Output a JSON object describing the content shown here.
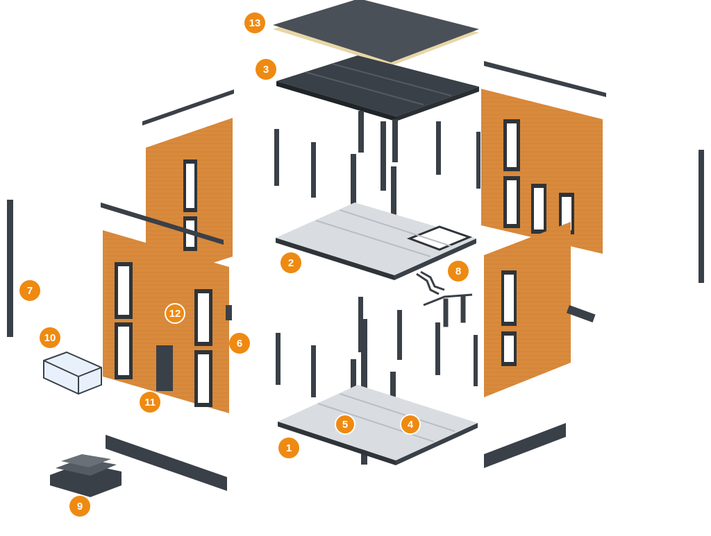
{
  "colors": {
    "accent": "#ee8a12",
    "wood": "#d98a3c",
    "wood_dark": "#c47427",
    "frame": "#2f3439",
    "floor": "#d9dde2",
    "roof": "#3a4047",
    "insulation": "#e7d6a6"
  },
  "callouts": [
    {
      "label": "1",
      "part": "base-floor-frame"
    },
    {
      "label": "2",
      "part": "middle-floor-frame"
    },
    {
      "label": "3",
      "part": "roof-frame"
    },
    {
      "label": "4",
      "part": "floor-panel"
    },
    {
      "label": "5",
      "part": "column"
    },
    {
      "label": "6",
      "part": "wall-post"
    },
    {
      "label": "7",
      "part": "corner-post"
    },
    {
      "label": "8",
      "part": "staircase"
    },
    {
      "label": "9",
      "part": "entrance-steps"
    },
    {
      "label": "10",
      "part": "frame-module"
    },
    {
      "label": "11",
      "part": "entrance-door"
    },
    {
      "label": "12",
      "part": "window"
    },
    {
      "label": "13",
      "part": "roof-covering"
    }
  ]
}
